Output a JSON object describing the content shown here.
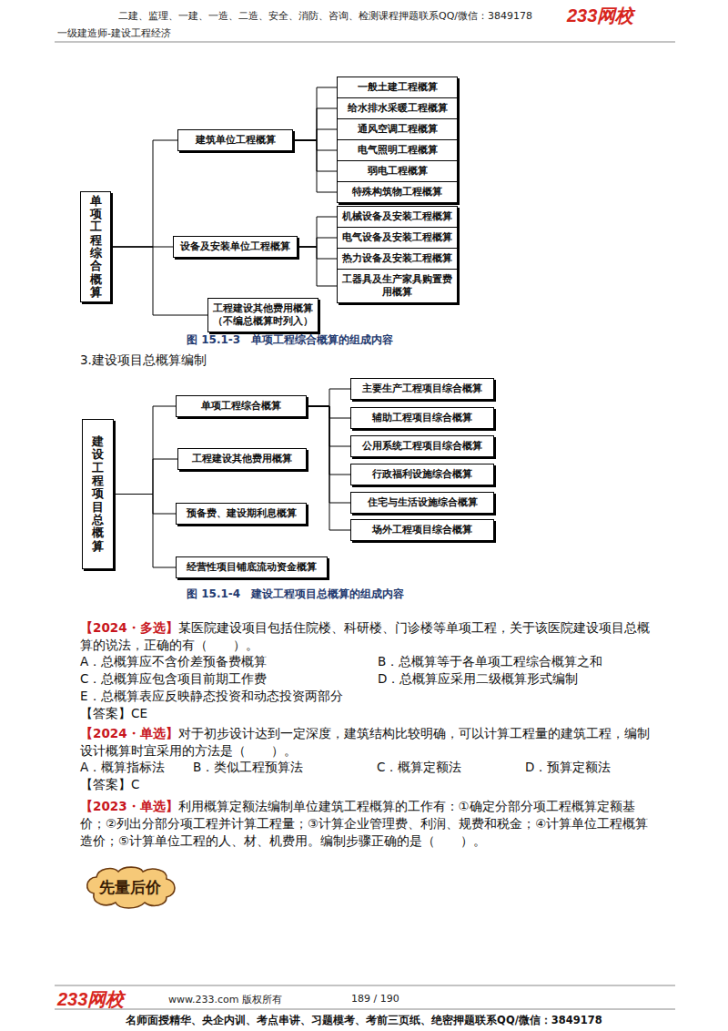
{
  "diagram": {
    "nodes": [
      {
        "text": [
          "单项工程综合概算"
        ]
      },
      {
        "text": [
          "建筑单位工程概算"
        ]
      },
      {
        "text": [
          "一般土建工程概算"
        ]
      },
      {
        "text": [
          "给水排水采暖工程概算"
        ]
      },
      {
        "text": [
          "通风空调工程概算"
        ]
      },
      {
        "text": [
          "电气照明工程概算"
        ]
      },
      {
        "text": [
          "弱电工程概算"
        ]
      },
      {
        "text": [
          "特殊构筑物工程概算"
        ]
      },
      {
        "text": [
          "设备及安装单位工程概算"
        ]
      },
      {
        "text": [
          "机械设备及安装工程概算"
        ]
      },
      {
        "text": [
          "电气设备及安装工程概算"
        ]
      },
      {
        "text": [
          "热力设备及安装工程概算"
        ]
      },
      {
        "text": [
          "工器具及生产家具购置费用概算"
        ]
      },
      {
        "text": [
          "工程建设其他费用概算 （不编总概算时列入）"
        ]
      },
      {
        "text": [
          "建设工程项目总概算"
        ]
      },
      {
        "text": [
          "单项工程综合概算"
        ]
      },
      {
        "text": [
          "主要生产工程项目综合概算"
        ]
      },
      {
        "text": [
          "辅助工程项目综合概算"
        ]
      },
      {
        "text": [
          "公用系统工程项目综合概算"
        ]
      },
      {
        "text": [
          "行政福利设施综合概算"
        ]
      },
      {
        "text": [
          "住宅与生活设施综合概算"
        ]
      },
      {
        "text": [
          "场外工程项目综合概算"
        ]
      },
      {
        "text": [
          "工程建设其他费用概算"
        ]
      },
      {
        "text": [
          "预备费、建设期利息概算"
        ]
      },
      {
        "text": [
          "经营性项目铺底流动资金概算"
        ]
      },
      {
        "text": [
          "先量后价"
        ]
      }
    ],
    "edges": [
      {
        "from": 0,
        "to": 1,
        "arrow": "none"
      },
      {
        "from": 1,
        "to": 2,
        "arrow": "none"
      },
      {
        "from": 1,
        "to": 3,
        "arrow": "none"
      },
      {
        "from": 1,
        "to": 4,
        "arrow": "none"
      },
      {
        "from": 1,
        "to": 5,
        "arrow": "none"
      },
      {
        "from": 1,
        "to": 6,
        "arrow": "none"
      },
      {
        "from": 1,
        "to": 7,
        "arrow": "none"
      },
      {
        "from": 0,
        "to": 8,
        "arrow": "none"
      },
      {
        "from": 8,
        "to": 9,
        "arrow": "none"
      },
      {
        "from": 8,
        "to": 10,
        "arrow": "none"
      },
      {
        "from": 8,
        "to": 11,
        "arrow": "none"
      },
      {
        "from": 8,
        "to": 12,
        "arrow": "none"
      },
      {
        "from": 0,
        "to": 13,
        "arrow": "none"
      },
      {
        "from": 14,
        "to": 15,
        "arrow": "none"
      },
      {
        "from": 15,
        "to": 16,
        "arrow": "none"
      },
      {
        "from": 15,
        "to": 17,
        "arrow": "none"
      },
      {
        "from": 15,
        "to": 18,
        "arrow": "none"
      },
      {
        "from": 15,
        "to": 19,
        "arrow": "none"
      },
      {
        "from": 15,
        "to": 20,
        "arrow": "none"
      },
      {
        "from": 15,
        "to": 21,
        "arrow": "none"
      },
      {
        "from": 14,
        "to": 22,
        "arrow": "none"
      },
      {
        "from": 14,
        "to": 23,
        "arrow": "none"
      },
      {
        "from": 14,
        "to": 24,
        "arrow": "none"
      }
    ],
    "labels": [
      "二建、监理、一建、一造、二造、安全、消防、咨询、检测课程押题联系QQ/微信：3849178",
      "233网校",
      "一级建造师-建设工程经济",
      "图 15.1-3　单项工程综合概算的组成内容",
      "3.建设项目总概算编制",
      "图 15.1-4　建设工程项目总概算的组成内容",
      "【2024・多选】",
      "某医院建设项目包括住院楼、科研楼、门诊楼等单项工程，关于该医院建设项目总概算的说法，正确的有（　　）。",
      "A．总概算应不含价差预备费概算",
      "B．总概算等于各单项工程综合概算之和",
      "C．总概算应包含项目前期工作费",
      "D．总概算应采用二级概算形式编制",
      "E．总概算表应反映静态投资和动态投资两部分",
      "【答案】CE",
      "【2024・单选】",
      "对于初步设计达到一定深度，建筑结构比较明确，可以计算工程量的建筑工程，编制设计概算时宜采用的方法是（　　）。",
      "A．概算指标法",
      "B．类似工程预算法",
      "C．概算定额法",
      "D．预算定额法",
      "【答案】C",
      "【2023・单选】",
      "利用概算定额法编制单位建筑工程概算的工作有：①确定分部分项工程概算定额基价；②列出分部分项工程并计算工程量；③计算企业管理费、利润、规费和税金；④计算单位工程概算造价；⑤计算单位工程的人、材、机费用。编制步骤正确的是（　　）。",
      "233网校",
      "www.233.com 版权所有",
      "189 / 190",
      "名师面授精华、央企内训、考点串讲、习题模考、考前三页纸、绝密押题联系QQ/微信：3849178"
    ]
  }
}
